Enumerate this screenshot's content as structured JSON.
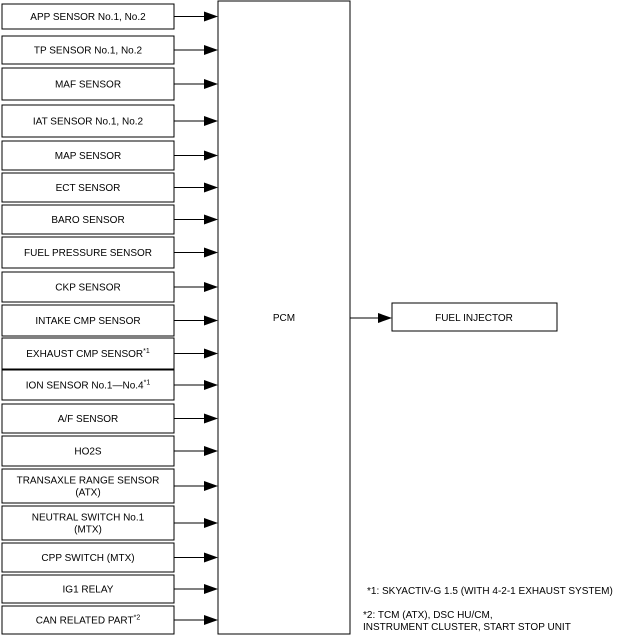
{
  "inputs": [
    {
      "lines": [
        "APP SENSOR No.1, No.2"
      ]
    },
    {
      "lines": [
        "TP SENSOR No.1, No.2"
      ]
    },
    {
      "lines": [
        "MAF SENSOR"
      ]
    },
    {
      "lines": [
        "IAT SENSOR No.1, No.2"
      ]
    },
    {
      "lines": [
        "MAP SENSOR"
      ]
    },
    {
      "lines": [
        "ECT SENSOR"
      ]
    },
    {
      "lines": [
        "BARO SENSOR"
      ]
    },
    {
      "lines": [
        "FUEL PRESSURE SENSOR"
      ]
    },
    {
      "lines": [
        "CKP SENSOR"
      ]
    },
    {
      "lines": [
        "INTAKE CMP SENSOR"
      ]
    },
    {
      "lines": [
        "EXHAUST CMP SENSOR"
      ],
      "note": "*1"
    },
    {
      "lines": [
        "ION SENSOR No.1—No.4"
      ],
      "note": "*1"
    },
    {
      "lines": [
        "A/F SENSOR"
      ]
    },
    {
      "lines": [
        "HO2S"
      ]
    },
    {
      "lines": [
        "TRANSAXLE RANGE SENSOR",
        "(ATX)"
      ]
    },
    {
      "lines": [
        "NEUTRAL SWITCH No.1",
        "(MTX)"
      ]
    },
    {
      "lines": [
        "CPP SWITCH (MTX)"
      ]
    },
    {
      "lines": [
        "IG1 RELAY"
      ]
    },
    {
      "lines": [
        "CAN RELATED PART"
      ],
      "note": "*2"
    }
  ],
  "controller": {
    "label": "PCM"
  },
  "output": {
    "label": "FUEL INJECTOR"
  },
  "footnotes": [
    {
      "lines": [
        "*1: SKYACTIV-G 1.5 (WITH 4-2-1 EXHAUST SYSTEM)"
      ]
    },
    {
      "lines": [
        "*2: TCM (ATX), DSC HU/CM,",
        "INSTRUMENT CLUSTER, START STOP UNIT"
      ]
    }
  ]
}
